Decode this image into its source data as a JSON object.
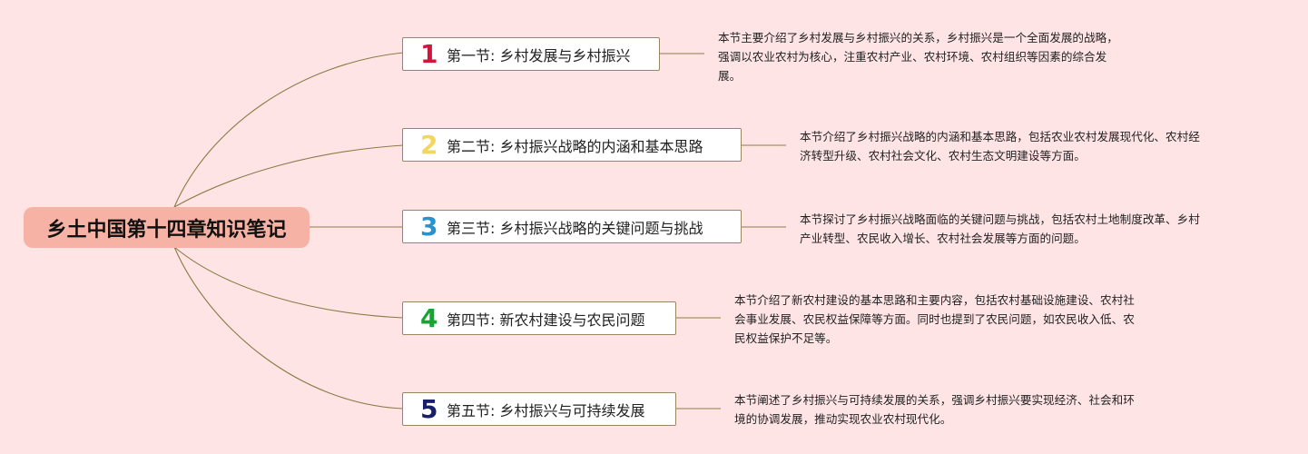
{
  "root": {
    "title": "乡土中国第十四章知识笔记"
  },
  "colors": {
    "background": "#ffe4e6",
    "root_fill": "#f6b3a5",
    "connector": "#8c7b45",
    "number_1": "#d4143b",
    "number_2": "#f3d65d",
    "number_3": "#2692d0",
    "number_4": "#16a532",
    "number_5": "#182069"
  },
  "branches": [
    {
      "number": "1",
      "title": "第一节: 乡村发展与乡村振兴",
      "summary_lines": [
        "本节主要介绍了乡村发展与乡村振兴的关系，乡村振兴是一个全面发展的战略，",
        "强调以农业农村为核心，注重农村产业、农村环境、农村组织等因素的综合发",
        "展。"
      ]
    },
    {
      "number": "2",
      "title": "第二节: 乡村振兴战略的内涵和基本思路",
      "summary_lines": [
        "本节介绍了乡村振兴战略的内涵和基本思路，包括农业农村发展现代化、农村经",
        "济转型升级、农村社会文化、农村生态文明建设等方面。"
      ]
    },
    {
      "number": "3",
      "title": "第三节: 乡村振兴战略的关键问题与挑战",
      "summary_lines": [
        "本节探讨了乡村振兴战略面临的关键问题与挑战，包括农村土地制度改革、乡村",
        "产业转型、农民收入增长、农村社会发展等方面的问题。"
      ]
    },
    {
      "number": "4",
      "title": "第四节: 新农村建设与农民问题",
      "summary_lines": [
        "本节介绍了新农村建设的基本思路和主要内容，包括农村基础设施建设、农村社",
        "会事业发展、农民权益保障等方面。同时也提到了农民问题，如农民收入低、农",
        "民权益保护不足等。"
      ]
    },
    {
      "number": "5",
      "title": "第五节: 乡村振兴与可持续发展",
      "summary_lines": [
        "本节阐述了乡村振兴与可持续发展的关系，强调乡村振兴要实现经济、社会和环",
        "境的协调发展，推动实现农业农村现代化。"
      ]
    }
  ]
}
